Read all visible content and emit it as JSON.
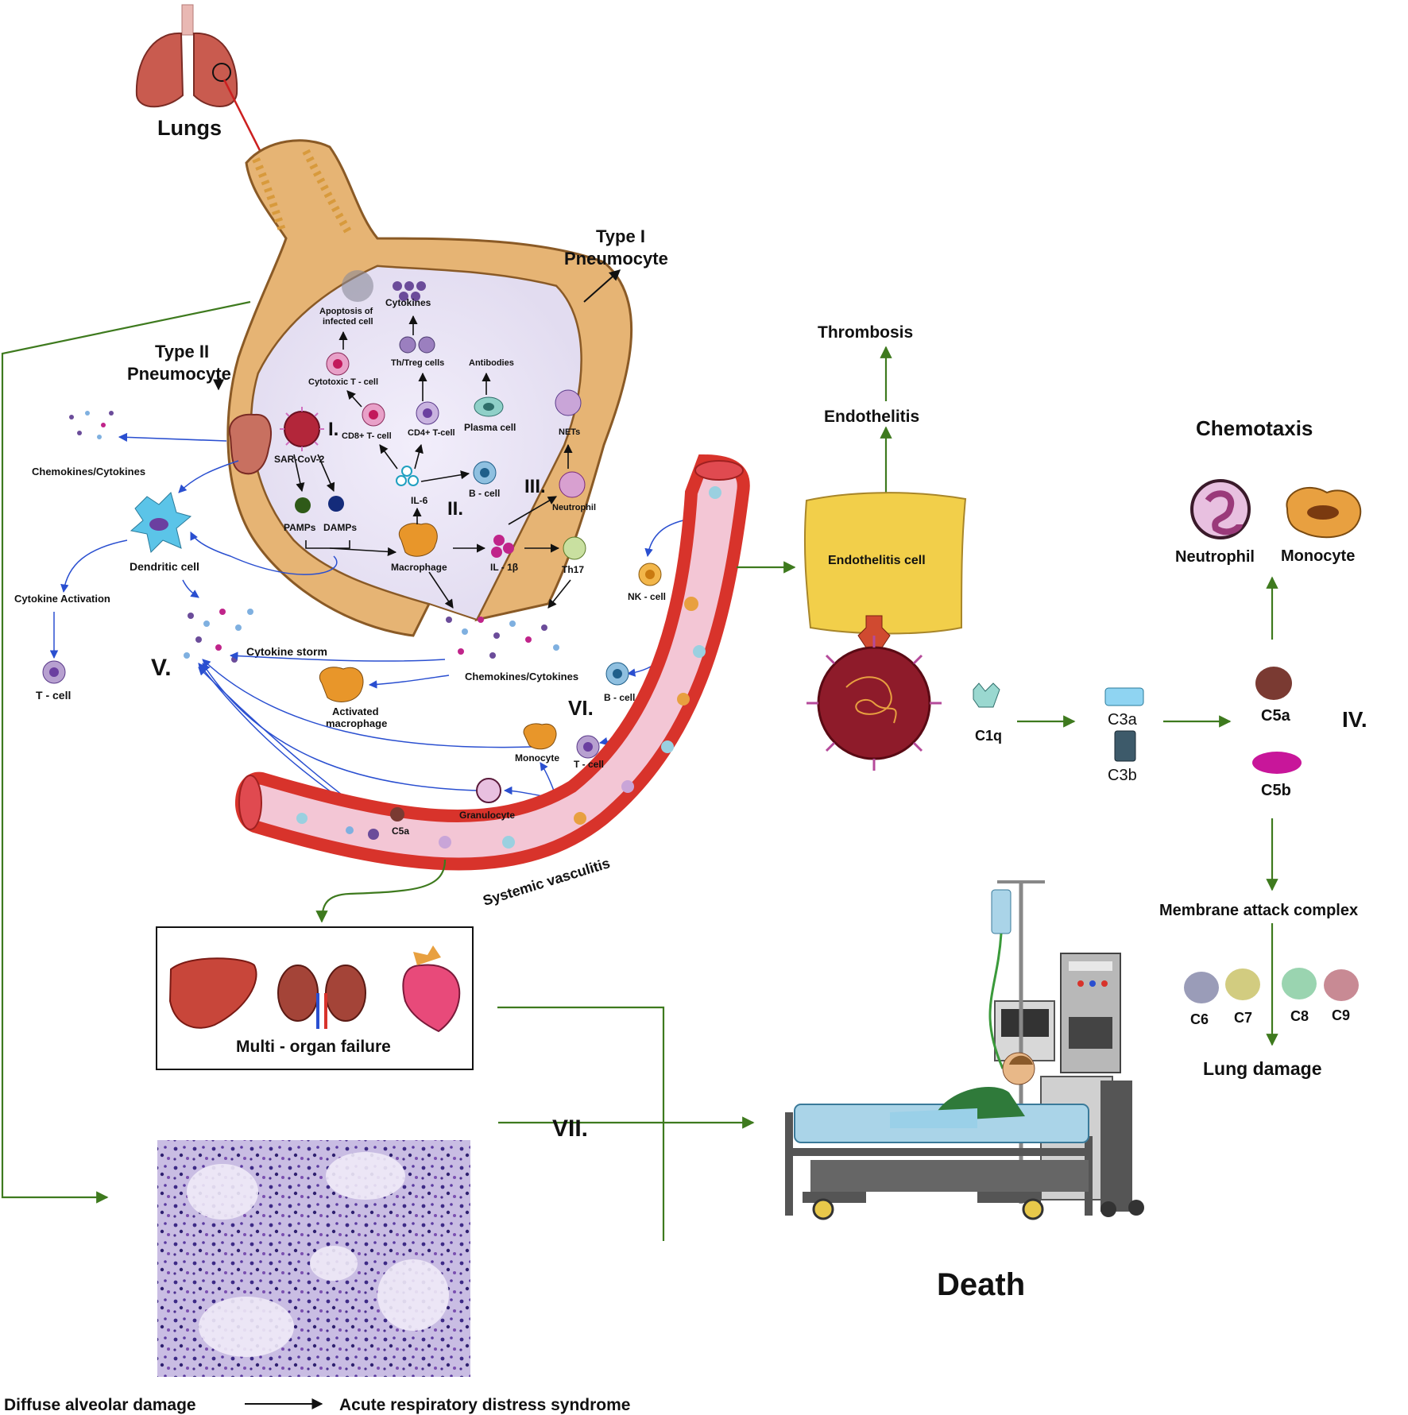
{
  "labels": {
    "lungs": "Lungs",
    "type1_a": "Type I",
    "type1_b": "Pneumocyte",
    "type2_a": "Type II",
    "type2_b": "Pneumocyte",
    "apoptosis_a": "Apoptosis of",
    "apoptosis_b": "infected cell",
    "cytokines": "Cytokines",
    "th_treg": "Th/Treg cells",
    "antibodies": "Antibodies",
    "cytotoxic": "Cytotoxic T - cell",
    "cd8": "CD8+ T- cell",
    "cd4": "CD4+ T-cell",
    "plasma": "Plasma cell",
    "nets": "NETs",
    "sars": "SAR-CoV-2",
    "il6": "IL-6",
    "bcell_inner": "B - cell",
    "pamps": "PAMPs",
    "damps": "DAMPs",
    "neutrophil_inner": "Neutrophil",
    "macrophage": "Macrophage",
    "il1b": "IL - 1β",
    "th17": "Th17",
    "chemokines_left": "Chemokines/Cytokines",
    "dendritic": "Dendritic cell",
    "cytokine_activation": "Cytokine Activation",
    "tcell_left": "T - cell",
    "cytokine_storm": "Cytokine storm",
    "activated_a": "Activated",
    "activated_b": "macrophage",
    "chemokines_center": "Chemokines/Cytokines",
    "nk": "NK - cell",
    "bcell_vessel": "B - cell",
    "monocyte_vessel": "Monocyte",
    "tcell_vessel": "T - cell",
    "granulocyte": "Granulocyte",
    "c5a_vessel": "C5a",
    "systemic": "Systemic vasculitis",
    "multi_organ": "Multi - organ failure",
    "dad": "Diffuse alveolar damage",
    "ards": "Acute respiratory distress syndrome",
    "thrombosis": "Thrombosis",
    "endothelitis": "Endothelitis",
    "endothelitis_cell": "Endothelitis cell",
    "c1q": "C1q",
    "c3a": "C3a",
    "c3b": "C3b",
    "c5a": "C5a",
    "c5b": "C5b",
    "chemotaxis": "Chemotaxis",
    "neutrophil": "Neutrophil",
    "monocyte": "Monocyte",
    "mac": "Membrane attack complex",
    "c6": "C6",
    "c7": "C7",
    "c8": "C8",
    "c9": "C9",
    "lung_damage": "Lung damage",
    "death": "Death"
  },
  "stages": {
    "i": "I.",
    "ii": "II.",
    "iii": "III.",
    "iv": "IV.",
    "v": "V.",
    "vi": "VI.",
    "vii": "VII."
  },
  "colors": {
    "stage_numeral": "#c8174a",
    "flow_arrow": "#3e7a1e",
    "immune_arrow": "#2a4fd0",
    "alveolus_wall": "#e6b474",
    "vessel_wall": "#d8332b",
    "vessel_lumen": "#f3c6d5",
    "endothelitis_cell": "#f2cf4a",
    "virus": "#8e1b2a"
  }
}
